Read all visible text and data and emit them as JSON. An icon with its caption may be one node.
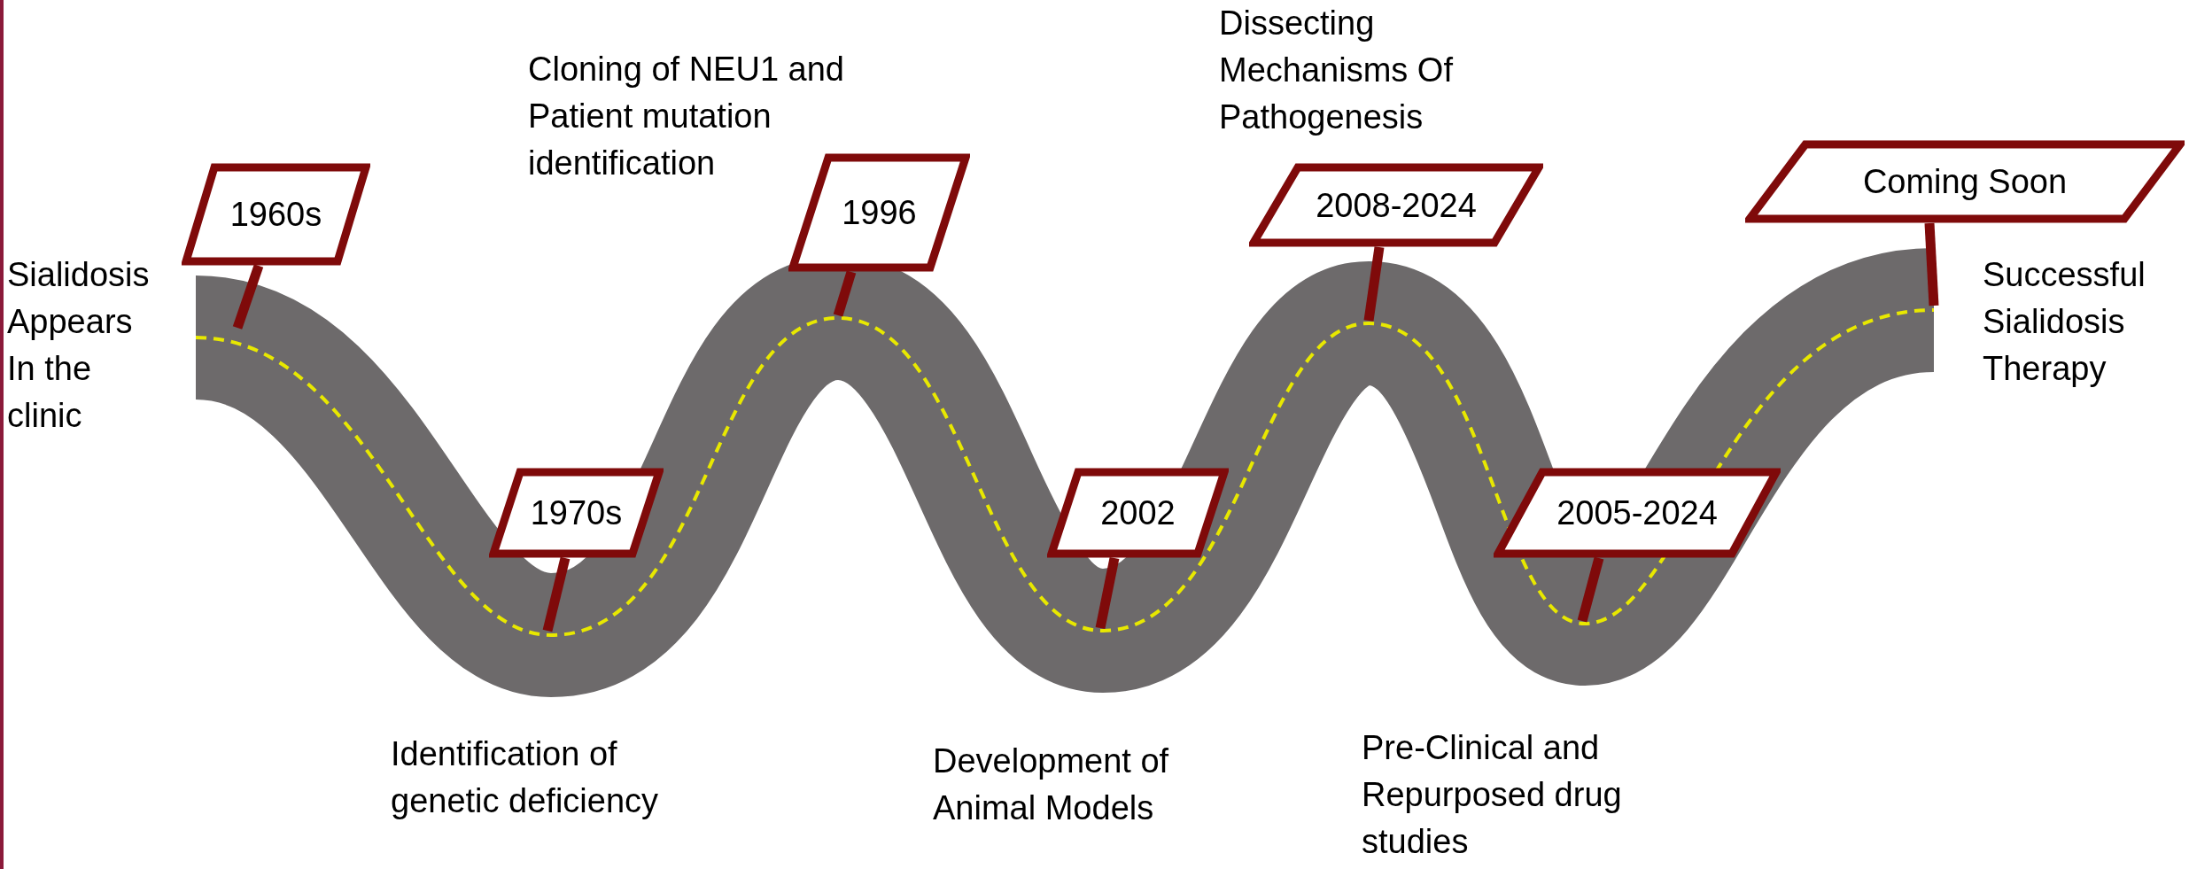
{
  "diagram": {
    "nodes": [
      {
        "text": [
          "1960s"
        ]
      },
      {
        "text": [
          "1970s"
        ]
      },
      {
        "text": [
          "1996"
        ]
      },
      {
        "text": [
          "2002"
        ]
      },
      {
        "text": [
          "2008-2024"
        ]
      },
      {
        "text": [
          "2005-2024"
        ]
      },
      {
        "text": [
          "Coming Soon"
        ]
      }
    ],
    "edges": [],
    "labels": [
      "Sialidosis Appears In the clinic",
      "Identification of genetic deficiency",
      "Cloning of NEU1 and Patient mutation identification",
      "Development of Animal Models",
      "Dissecting Mechanisms Of Pathogenesis",
      "Pre-Clinical and Repurposed drug studies",
      "Successful Sialidosis Therapy"
    ]
  }
}
